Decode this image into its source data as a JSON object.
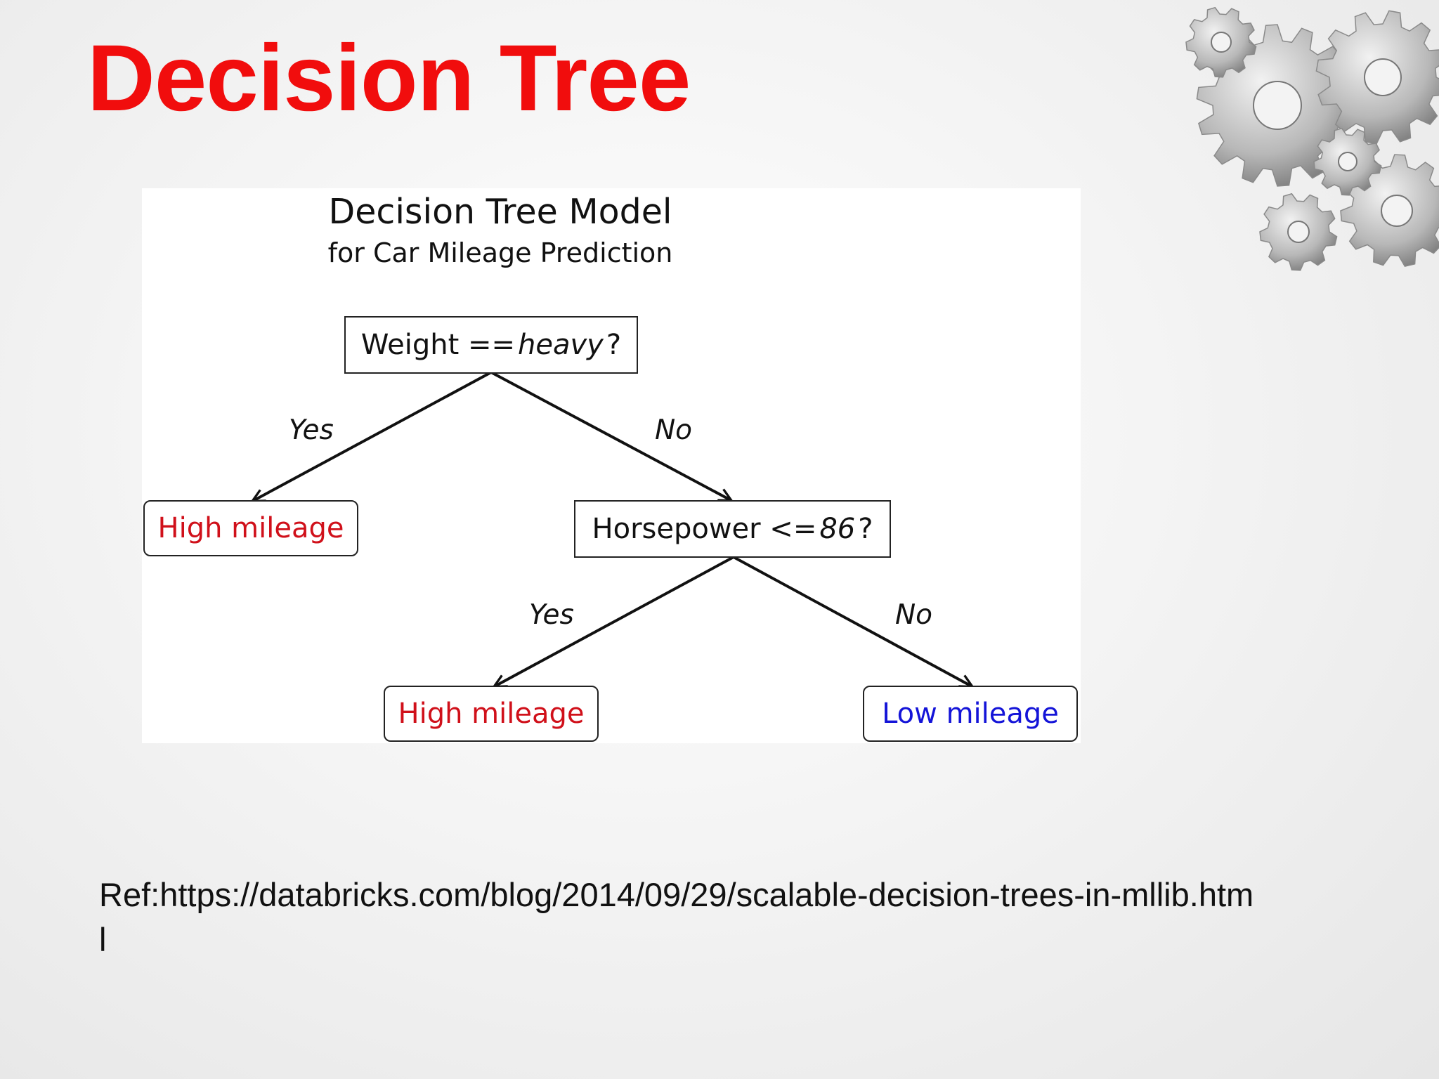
{
  "slide": {
    "title": "Decision Tree",
    "reference": "Ref:https://databricks.com/blog/2014/09/29/scalable-decision-trees-in-mllib.html"
  },
  "decoration": {
    "icon": "gears-icon"
  },
  "diagram": {
    "title": "Decision Tree Model",
    "subtitle": "for Car Mileage Prediction",
    "root": {
      "prefix": "Weight ==",
      "value": "heavy",
      "suffix": "?"
    },
    "split": {
      "prefix": "Horsepower <=",
      "value": "86",
      "suffix": "?"
    },
    "edges": {
      "root_yes": "Yes",
      "root_no": "No",
      "split_yes": "Yes",
      "split_no": "No"
    },
    "leaves": {
      "left": "High mileage",
      "middle": "High mileage",
      "right": "Low mileage"
    },
    "colors": {
      "high": "#d0101a",
      "low": "#1414d8"
    }
  }
}
